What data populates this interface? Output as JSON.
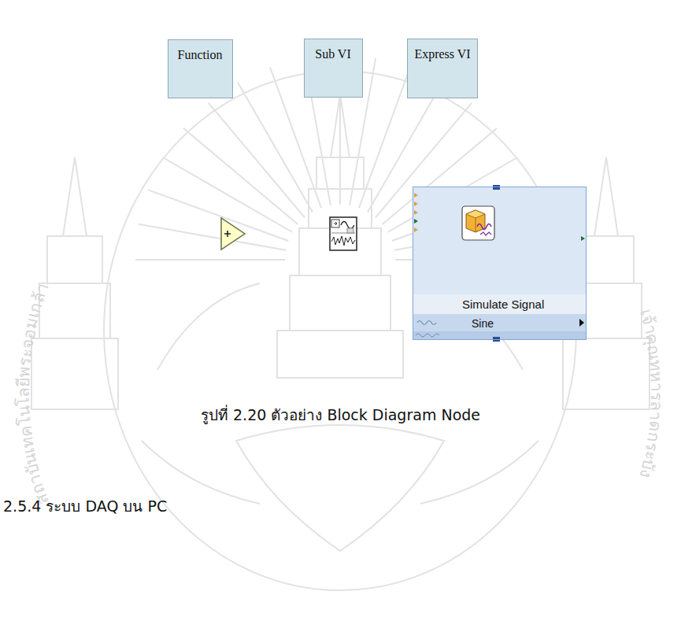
{
  "diagram": {
    "caption": "รูปที่ 2.20 ตัวอย่าง Block Diagram Node",
    "nodes": [
      {
        "text": [
          "Function"
        ]
      },
      {
        "text": [
          "Sub VI"
        ]
      },
      {
        "text": [
          "Express VI"
        ]
      },
      {
        "text": [
          "Simulate Signal",
          "Sine"
        ]
      }
    ],
    "labels": [
      "2.5.4 ระบบ DAQ บน PC",
      "สถาบันเทคโนโลยีพระจอมเกล้า",
      "เจ้าคุณทหารลาดกระบัง"
    ]
  }
}
